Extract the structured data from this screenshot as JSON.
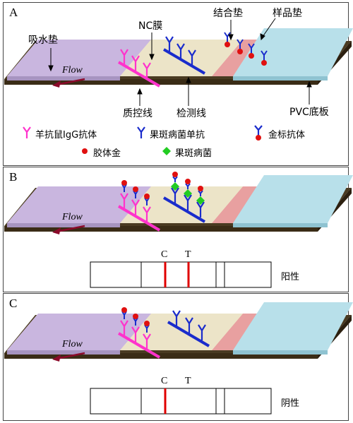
{
  "panels": {
    "a": {
      "letter": "A",
      "labels": {
        "absorbent_pad": "吸水垫",
        "nc_membrane": "NC膜",
        "conjugate_pad": "结合垫",
        "sample_pad": "样品垫",
        "control_line": "质控线",
        "test_line": "检测线",
        "pvc_backing": "PVC底板",
        "flow": "Flow"
      },
      "legend": {
        "anti_igg": "羊抗鼠IgG抗体",
        "mab": "果斑病菌单抗",
        "gold_ab": "金标抗体",
        "colloidal_gold": "胶体金",
        "bacteria": "果斑病菌"
      }
    },
    "b": {
      "letter": "B",
      "flow": "Flow",
      "c_label": "C",
      "t_label": "T",
      "result": "阳性"
    },
    "c": {
      "letter": "C",
      "flow": "Flow",
      "c_label": "C",
      "t_label": "T",
      "result": "阴性"
    }
  },
  "colors": {
    "absorbent": "#c9b6df",
    "membrane": "#ece4c8",
    "conjugate": "#e8a0a0",
    "sample": "#b8e0ea",
    "backing": "#5a4a2c",
    "control_ab": "#ff33cc",
    "test_ab": "#1a2ccc",
    "gold": "#e01010",
    "bacteria": "#22cc22",
    "flow_arrow": "#8b0a2a",
    "result_line": "#e00000"
  }
}
